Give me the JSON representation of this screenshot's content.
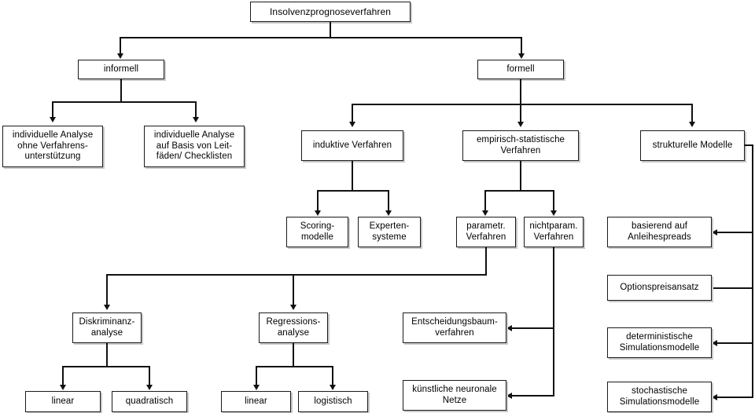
{
  "diagram": {
    "title_node": "Insolvenzprognoseverfahren",
    "nodes": {
      "root": "Insolvenzprognoseverfahren",
      "informell": "informell",
      "formell": "formell",
      "ind_analyse_ohne": "individuelle Analyse\nohne Verfahrens-\nunterstützung",
      "ind_analyse_leitfaeden": "individuelle Analyse\nauf Basis von Leit-\nfäden/ Checklisten",
      "induktive_verfahren": "induktive Verfahren",
      "empirisch_statistische": "empirisch-statistische\nVerfahren",
      "strukturelle_modelle": "strukturelle Modelle",
      "scoringmodelle": "Scoring-\nmodelle",
      "expertensysteme": "Experten-\nsysteme",
      "parametr_verfahren": "parametr.\nVerfahren",
      "nichtparam_verfahren": "nichtparam.\nVerfahren",
      "basierend_anleihespreads": "basierend auf\nAnleihespreads",
      "optionspreisansatz": "Optionspreisansatz",
      "deterministische_sim": "deterministische\nSimulationsmodelle",
      "stochastische_sim": "stochastische\nSimulationsmodelle",
      "diskriminanzanalyse": "Diskriminanz-\nanalyse",
      "regressionsanalyse": "Regressions-\nanalyse",
      "entscheidungsbaum": "Entscheidungsbaum-\nverfahren",
      "kuenstliche_netze": "künstliche neuronale\nNetze",
      "linear_diskriminanz": "linear",
      "quadratisch": "quadratisch",
      "linear_regression": "linear",
      "logistisch": "logistisch"
    },
    "colors": {
      "line": "#111111",
      "border": "#1a1a1a",
      "shadow": "#c9c9c9",
      "background": "#ffffff",
      "text": "#000000"
    }
  }
}
